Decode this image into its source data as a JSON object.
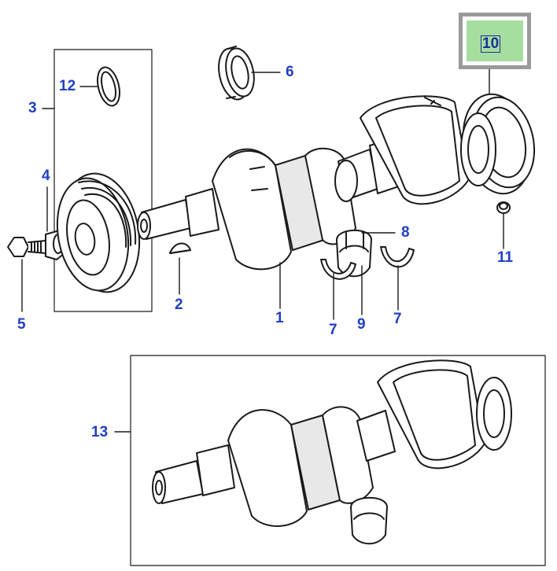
{
  "diagram": {
    "callouts": [
      {
        "id": "1",
        "label": "1"
      },
      {
        "id": "2",
        "label": "2"
      },
      {
        "id": "3",
        "label": "3"
      },
      {
        "id": "4",
        "label": "4"
      },
      {
        "id": "5",
        "label": "5"
      },
      {
        "id": "6",
        "label": "6"
      },
      {
        "id": "7a",
        "label": "7"
      },
      {
        "id": "7b",
        "label": "7"
      },
      {
        "id": "8",
        "label": "8"
      },
      {
        "id": "9",
        "label": "9"
      },
      {
        "id": "10",
        "label": "10",
        "selected": true
      },
      {
        "id": "11",
        "label": "11"
      },
      {
        "id": "12",
        "label": "12"
      },
      {
        "id": "13",
        "label": "13"
      }
    ]
  },
  "colors": {
    "callout_text": "#1f3fc4",
    "selection_fill": "#a6dea0",
    "selection_border": "#9a9a9a",
    "line_art": "#1a1a1a",
    "part_fill": "#ffffff",
    "part_shade": "#d8d8d8"
  }
}
